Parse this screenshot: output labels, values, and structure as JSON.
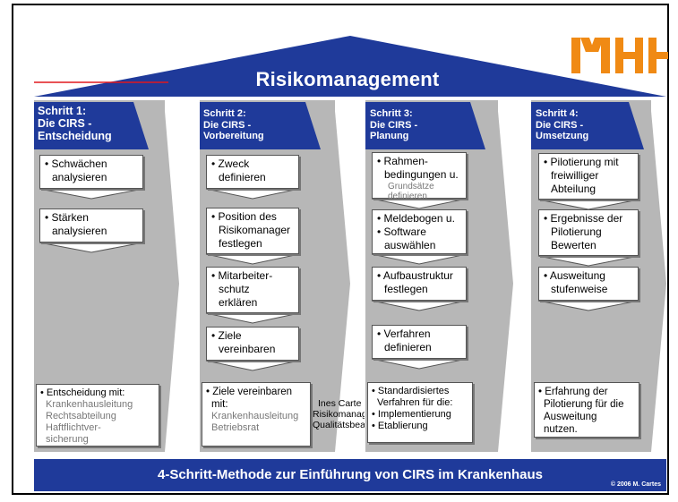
{
  "colors": {
    "navy": "#1f3a9a",
    "arrow_gray": "#b7b7b7",
    "logo_orange": "#f08a14",
    "red_line": "#e0181e"
  },
  "header": {
    "title": "Risikomanagement",
    "logo_text": "MHH"
  },
  "steps": [
    {
      "head": [
        "Schritt 1:",
        "Die CIRS -",
        "Entscheidung"
      ],
      "cards": [
        {
          "lines": [
            "• Schwächen",
            "analysieren"
          ]
        },
        {
          "lines": [
            "• Stärken",
            "analysieren"
          ]
        }
      ],
      "bottom": {
        "main": "• Entscheidung mit:",
        "sub": [
          "Krankenhausleitung",
          "Rechtsabteilung",
          "Haftflichtver-",
          "sicherung"
        ]
      }
    },
    {
      "head": [
        "Schritt 2:",
        "Die CIRS -",
        "Vorbereitung"
      ],
      "cards": [
        {
          "lines": [
            "• Zweck",
            "definieren"
          ]
        },
        {
          "lines": [
            "• Position des",
            "Risikomanager",
            "festlegen"
          ]
        },
        {
          "lines": [
            "• Mitarbeiter-",
            "schutz",
            "erklären"
          ]
        },
        {
          "lines": [
            "• Ziele",
            "vereinbaren"
          ]
        }
      ],
      "bottom": {
        "main": "• Ziele vereinbaren",
        "main2": "mit:",
        "sub": [
          "Krankenhausleitung",
          "Betriebsrat"
        ]
      }
    },
    {
      "head": [
        "Schritt 3:",
        "Die CIRS -",
        "Planung"
      ],
      "cards": [
        {
          "lines": [
            "• Rahmen-",
            "bedingungen u."
          ],
          "sub": [
            "Grundsätze",
            "definieren"
          ]
        },
        {
          "lines": [
            "• Meldebogen u.",
            "• Software",
            "auswählen"
          ]
        },
        {
          "lines": [
            "• Aufbaustruktur",
            "festlegen"
          ]
        },
        {
          "lines": [
            "• Verfahren",
            "definieren"
          ]
        }
      ],
      "bottom": {
        "lines": [
          "• Standardisiertes",
          "Verfahren für die:",
          "• Implementierung",
          "• Etablierung"
        ]
      }
    },
    {
      "head": [
        "Schritt 4:",
        "Die CIRS -",
        "Umsetzung"
      ],
      "cards": [
        {
          "lines": [
            "• Pilotierung mit",
            "freiwilliger",
            "Abteilung"
          ]
        },
        {
          "lines": [
            "• Ergebnisse der",
            "Pilotierung",
            "Bewerten"
          ]
        },
        {
          "lines": [
            "• Ausweitung",
            "stufenweise"
          ]
        }
      ],
      "bottom": {
        "lines": [
          "• Erfahrung der",
          "Pilotierung für die",
          "Ausweitung",
          "nutzen."
        ]
      }
    }
  ],
  "overlap_note": [
    "Ines Carte",
    "Risikomanagerin",
    "Qualitätsbeauf"
  ],
  "footer": {
    "title": "4-Schritt-Methode zur Einführung von CIRS im Krankenhaus",
    "copyright": "© 2006 M. Cartes"
  }
}
